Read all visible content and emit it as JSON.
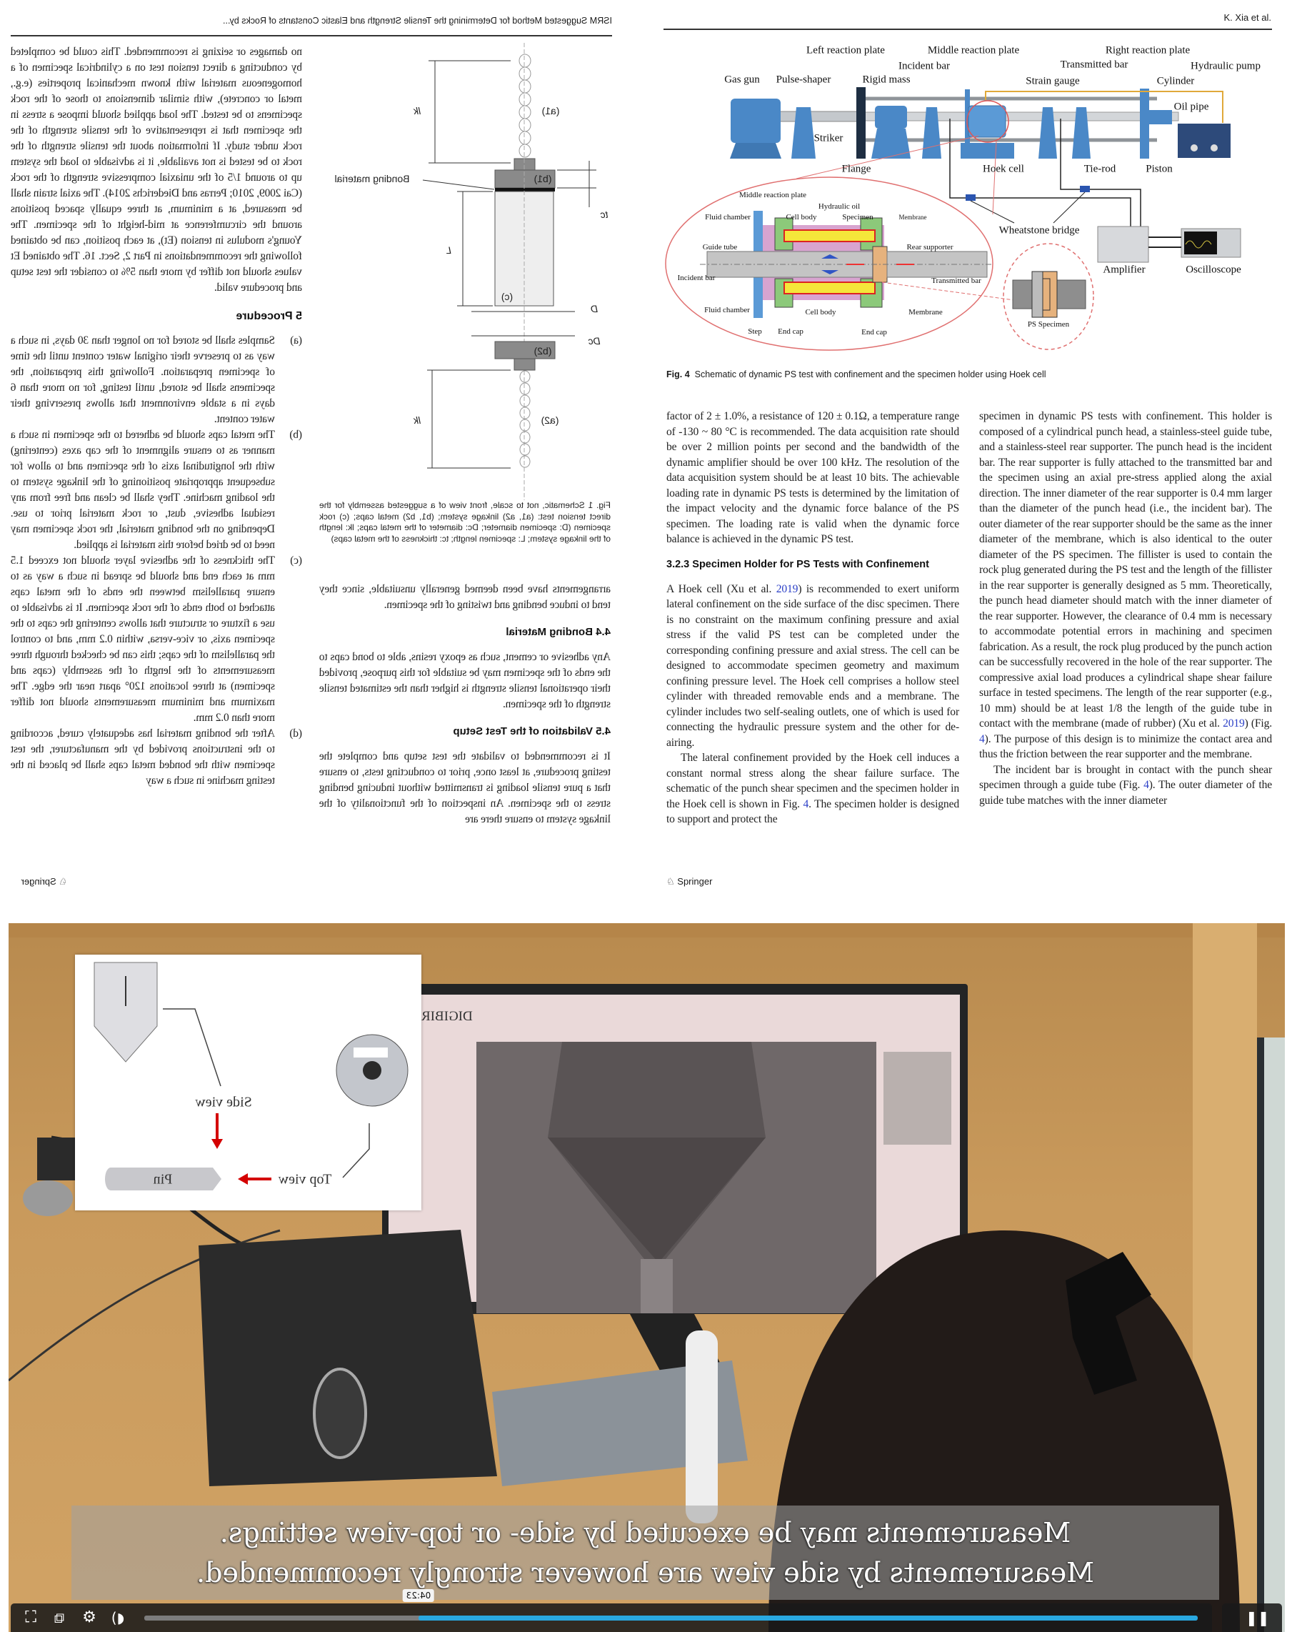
{
  "left_page": {
    "running_header": "ISRM Suggested Method for Determining the Tensile Strength and Elastic Constants of Rocks by...",
    "body_paragraph": "no damages or seizing is recommended. This could be completed by conducting a direct tension test on a cylindrical specimen of a homogeneous material with known mechanical properties (e.g., metal or concrete), with similar dimensions to those of the rock specimens to be tested. The load applied should impose a stress in the specimen that is representative of the tensile strength of the rock under study. If information about the tensile strength of the rock to be tested is not available, it is advisable to load the system up to around 1/5 of the uniaxial compressive strength of the rock (Cai 2009, 2010; Perras and Diederichs 2014). The axial strain shall be measured, at a minimum, at three equally spaced positions around the circumference at mid-height of the specimen. The Young's modulus in tension (Et), at each position, can be obtained following the recommendations in Part 2, Sect. 16. The obtained Et values should not differ by more than 5% to consider the test setup and procedure valid.",
    "section_5_heading": "5  Procedure",
    "procedure_items": [
      {
        "label": "(a)",
        "text": "Samples shall be stored for no longer than 30 days, in such a way as to preserve their original water content until the time of specimen preparation. Following this preparation, the specimens shall be stored, until testing, for no more than 6 days in a stable environment that allows preserving their water content."
      },
      {
        "label": "(b)",
        "text": "The metal caps should be adhered to the specimen in such a manner as to ensure alignment of the cap axes (centering) with the longitudinal axis of the specimen and to allow for subsequent appropriate positioning of the linkage system to the loading machine. They shall be clean and free from any residual adhesive, dust, or rock material prior to use. Depending on the bonding material, the rock specimen may need to be dried before this material is applied."
      },
      {
        "label": "(c)",
        "text": "The thickness of the adhesive layer should not exceed 1.5 mm at each end and should be spread in such a way as to ensure parallelism between the ends of the metal caps attached to both ends of the rock specimen. It is advisable to use a fixture or structure that allows centering the caps to the specimen axis, or vice-versa, within 0.2 mm, and to control the parallelism of the caps; this can be checked through three measurements of the length of the assembly (caps and specimen) at three locations 120° apart near the edge. The maximum and minimum measurements should not differ more than 0.2 mm."
      },
      {
        "label": "(d)",
        "text": "After the bonding material has adequately cured, according to the instructions provided by the manufacturer, the test specimen with the bonded metal caps shall be placed in the testing machine in such a way"
      }
    ],
    "figure1": {
      "labels": {
        "a1": "(a1)",
        "a2": "(a2)",
        "b1": "(b1)",
        "b2": "(b2)",
        "c": "(c)",
        "lk_top": "lk",
        "lk_bottom": "lk",
        "tc": "tc",
        "L": "L",
        "D": "D",
        "Dc": "Dc",
        "bonding": "Bonding material"
      },
      "caption": "Fig. 1  Schematic, not to scale, front view of a suggested assembly for the direct tension test: (a1, a2) linkage system; (b1, b2) metal caps; (c) rock specimen (D: specimen diameter; Dc: diameter of the metal caps; lk: length of the linkage system; L: specimen length; tc: thickness of the metal caps)"
    },
    "arrangements_paragraph": "arrangements have been deemed generally unsuitable, since they tend to induce bending and twisting of the specimen.",
    "section_44_heading": "4.4  Bonding Material",
    "section_44_text": "Any adhesive or cement, such as epoxy resins, able to bond caps to the ends of the specimen may be suitable for this purpose, provided their operational tensile strength is higher than the estimated tensile strength of the specimen.",
    "section_45_heading": "4.5  Validation of the Test Setup",
    "section_45_text": "It is recommended to validate the test setup and complete the testing procedure, at least once, prior to conducting tests, to ensure that a pure tensile loading is transmitted without inducing bending stress to the specimen. An inspection of the functionality of the linkage system to ensure there are",
    "publisher": "Springer"
  },
  "right_page": {
    "running_header": "K. Xia et al.",
    "figure4": {
      "labels": {
        "left_reaction_plate": "Left reaction plate",
        "middle_reaction_plate": "Middle reaction plate",
        "right_reaction_plate": "Right reaction plate",
        "incident_bar": "Incident bar",
        "transmitted_bar": "Transmitted bar",
        "hydraulic_pump": "Hydraulic pump",
        "gas_gun": "Gas gun",
        "pulse_shaper": "Pulse-shaper",
        "rigid_mass": "Rigid mass",
        "strain_gauge": "Strain gauge",
        "cylinder": "Cylinder",
        "oil_pipe": "Oil pipe",
        "striker": "Striker",
        "flange": "Flange",
        "hoek_cell": "Hoek cell",
        "tie_rod": "Tie-rod",
        "piston": "Piston",
        "wheatstone_bridge": "Wheatstone bridge",
        "amplifier": "Amplifier",
        "oscilloscope": "Oscilloscope",
        "ps_specimen": "PS Specimen"
      },
      "inset_labels": {
        "middle_reaction_plate": "Middle reaction plate",
        "hydraulic_oil": "Hydraulic oil",
        "fluid_chamber_top": "Fluid chamber",
        "cell_body_top": "Cell body",
        "specimen": "Specimen",
        "membrane_top": "Membrane",
        "guide_tube": "Guide tube",
        "rear_supporter": "Rear supporter",
        "incident_bar": "Incident bar",
        "transmitted_bar": "Transmitted bar",
        "fluid_chamber_bottom": "Fluid chamber",
        "cell_body_bottom": "Cell body",
        "membrane_bottom": "Membrane",
        "step": "Step",
        "end_cap_left": "End cap",
        "end_cap_right": "End cap"
      },
      "caption_label": "Fig. 4",
      "caption": "Schematic of dynamic PS test with confinement and the specimen holder using Hoek cell"
    },
    "col1_p1": "factor of 2 ± 1.0%, a resistance of 120 ± 0.1Ω, a temperature range of -130 ~ 80 °C is recommended. The data acquisition rate should be over 2 million points per second and the bandwidth of the dynamic amplifier should be over 100 kHz. The resolution of the data acquisition system should be at least 10 bits. The achievable loading rate in dynamic PS tests is determined by the limitation of the impact velocity and the dynamic force balance of the PS specimen. The loading rate is valid when the dynamic force balance is achieved in the dynamic PS test.",
    "section_323_heading": "3.2.3  Specimen Holder for PS Tests with Confinement",
    "col1_p2_a": "A Hoek cell (Xu et al. ",
    "col1_p2_cite": "2019",
    "col1_p2_b": ") is recommended to exert uniform lateral confinement on the side surface of the disc specimen. There is no constraint on the maximum confining pressure and axial stress if the valid PS test can be completed under the corresponding confining pressure and axial stress. The cell can be designed to accommodate specimen geometry and maximum confining pressure level. The Hoek cell comprises a hollow steel cylinder with threaded removable ends and a membrane. The cylinder includes two self-sealing outlets, one of which is used for connecting the hydraulic pressure system and the other for de-airing.",
    "col1_p3_a": "The lateral confinement provided by the Hoek cell induces a constant normal stress along the shear failure surface. The schematic of the punch shear specimen and the specimen holder in the Hoek cell is shown in Fig. ",
    "col1_p3_fig": "4",
    "col1_p3_b": ". The specimen holder is designed to support and protect the",
    "col2_p1_a": "specimen in dynamic PS tests with confinement. This holder is composed of a cylindrical punch head, a stainless-steel guide tube, and a stainless-steel rear supporter. The punch head is the incident bar. The rear supporter is fully attached to the transmitted bar and the specimen using an axial pre-stress applied along the axial direction. The inner diameter of the rear supporter is 0.4 mm larger than the diameter of the punch head (i.e., the incident bar). The outer diameter of the rear supporter should be the same as the inner diameter of the membrane, which is also identical to the outer diameter of the PS specimen. The fillister is used to contain the rock plug generated during the PS test and the length of the fillister in the rear supporter is generally designed as 5 mm. Theoretically, the punch head diameter should match with the inner diameter of the rear supporter. However, the clearance of 0.4 mm is necessary to accommodate potential errors in machining and specimen fabrication. As a result, the rock plug produced by the punch action can be successfully recovered in the hole of the rear supporter. The compressive axial load produces a cylindrical shape shear failure surface in tested specimens. The length of the rear supporter (e.g., 10 mm) should be at least 1/8 the length of the guide tube in contact with the membrane (made of rubber) (Xu et al. ",
    "col2_p1_cite": "2019",
    "col2_p1_mid": ") (Fig. ",
    "col2_p1_fig": "4",
    "col2_p1_b": "). The purpose of this design is to minimize the contact area and thus the friction between the rear supporter and the membrane.",
    "col2_p2_a": "The incident bar is brought in contact with the punch shear specimen through a guide tube (Fig. ",
    "col2_p2_fig": "4",
    "col2_p2_b": "). The outer diameter of the guide tube matches with the inner diameter",
    "publisher": "Springer"
  },
  "video": {
    "overlay_labels": {
      "side_view": "Side view",
      "top_view": "Top view",
      "pin": "Pin"
    },
    "monitor_app_title": "DIGIBIR",
    "subtitles": [
      "Measurements may be executed by side- or top-view settings.",
      "Measurements by side view are however strongly recommended."
    ],
    "controls": {
      "current_time": "04:23",
      "played_fraction": 0.74,
      "mirrored": true,
      "icons": [
        "fullscreen-icon",
        "picture-in-picture-icon",
        "settings-gear-icon",
        "volume-icon",
        "pause-icon"
      ]
    },
    "colors": {
      "progress": "#29a8e0",
      "arrow": "#d40000"
    }
  }
}
